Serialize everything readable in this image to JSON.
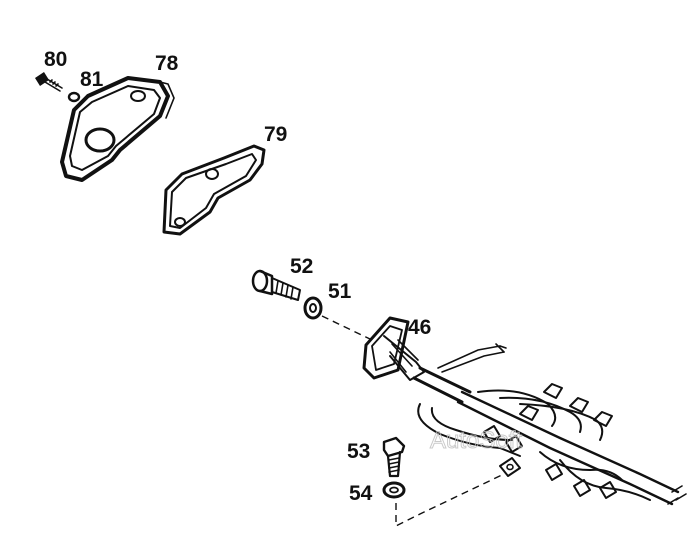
{
  "callouts": {
    "p80": "80",
    "p81": "81",
    "p78": "78",
    "p79": "79",
    "p52": "52",
    "p51": "51",
    "p46": "46",
    "p53": "53",
    "p54": "54"
  },
  "watermark": "AutoSoft",
  "colors": {
    "ink": "#111111",
    "background": "#ffffff",
    "watermark": "#bdbdbd"
  }
}
